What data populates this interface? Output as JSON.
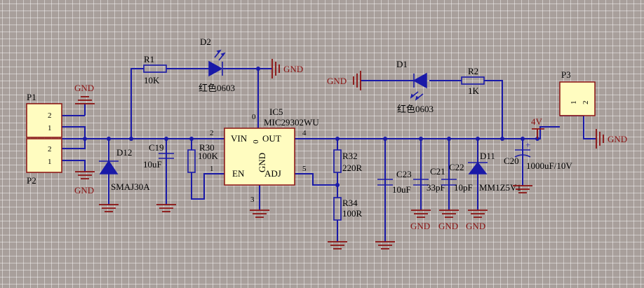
{
  "connectors": {
    "p1": {
      "ref": "P1",
      "pins": [
        "2",
        "1"
      ]
    },
    "p2": {
      "ref": "P2",
      "pins": [
        "2",
        "1"
      ]
    },
    "p3": {
      "ref": "P3",
      "pins": [
        "1",
        "2"
      ]
    }
  },
  "ic": {
    "ref": "IC5",
    "part": "MIC29302WU",
    "vin": "VIN",
    "out": "OUT",
    "en": "EN",
    "gnd": "GND",
    "adj": "ADJ",
    "pin0a": "0",
    "pin0b": "0",
    "pin2": "2",
    "pin1": "1",
    "pin4": "4",
    "pin5": "5",
    "pin3": "3"
  },
  "diodes": {
    "d1": {
      "ref": "D1",
      "value": "红色0603"
    },
    "d2": {
      "ref": "D2",
      "value": "红色0603"
    },
    "d11": {
      "ref": "D11",
      "value": "MM1Z5V1"
    },
    "d12": {
      "ref": "D12",
      "value": "SMAJ30A"
    }
  },
  "resistors": {
    "r1": {
      "ref": "R1",
      "value": "10K"
    },
    "r2": {
      "ref": "R2",
      "value": "1K"
    },
    "r30": {
      "ref": "R30",
      "value": "100K"
    },
    "r32": {
      "ref": "R32",
      "value": "220R"
    },
    "r34": {
      "ref": "R34",
      "value": "100R"
    }
  },
  "capacitors": {
    "c19": {
      "ref": "C19",
      "value": "10uF"
    },
    "c20": {
      "ref": "C20",
      "value": "1000uF/10V"
    },
    "c21": {
      "ref": "C21",
      "value": "33pF"
    },
    "c22": {
      "ref": "C22",
      "value": "10pF"
    },
    "c23": {
      "ref": "C23",
      "value": "10uF"
    }
  },
  "nets": {
    "gnd": "GND",
    "v4": "4V",
    "plus": "+"
  }
}
